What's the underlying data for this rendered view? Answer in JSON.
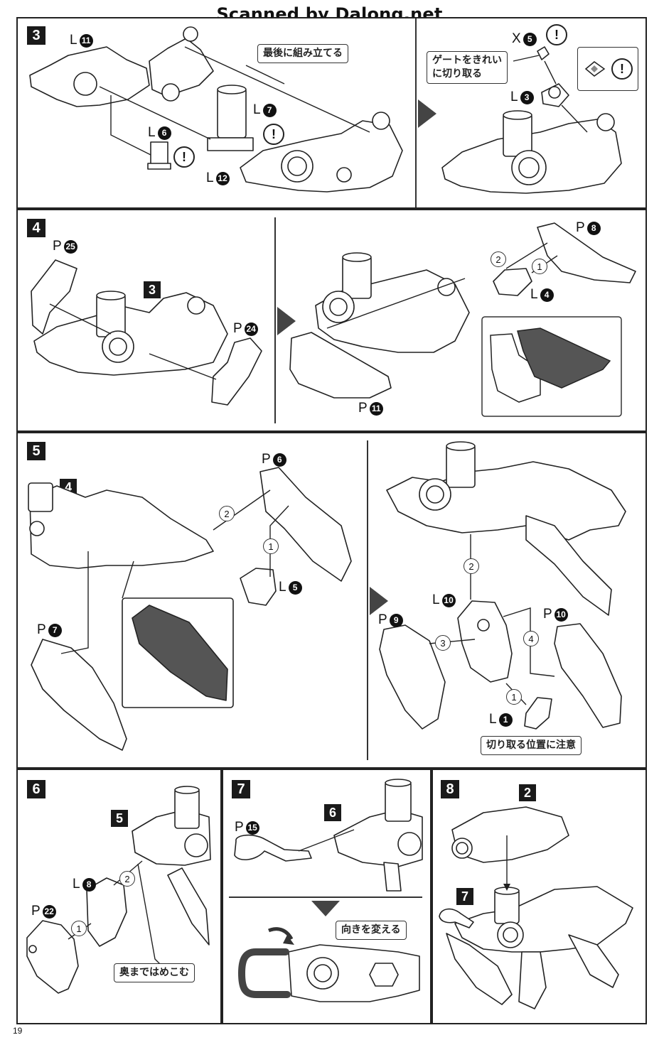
{
  "watermark": "Scanned by Dalong.net",
  "page_number": "19",
  "steps": {
    "s3": {
      "number": "3",
      "notes": {
        "assemble_last": "最後に組み立てる",
        "gate": "ゲートをきれい\nに切り取る"
      },
      "parts": {
        "l11": {
          "letter": "L",
          "num": "11"
        },
        "l7": {
          "letter": "L",
          "num": "7"
        },
        "l6": {
          "letter": "L",
          "num": "6"
        },
        "l12": {
          "letter": "L",
          "num": "12"
        },
        "x5": {
          "letter": "X",
          "num": "5"
        },
        "l3": {
          "letter": "L",
          "num": "3"
        }
      },
      "caution": "!"
    },
    "s4": {
      "number": "4",
      "ref": "3",
      "parts": {
        "p25": {
          "letter": "P",
          "num": "25"
        },
        "p24": {
          "letter": "P",
          "num": "24"
        },
        "p11": {
          "letter": "P",
          "num": "11"
        },
        "p8": {
          "letter": "P",
          "num": "8"
        },
        "l4": {
          "letter": "L",
          "num": "4"
        }
      },
      "order": [
        "1",
        "2"
      ]
    },
    "s5": {
      "number": "5",
      "ref": "4",
      "notes": {
        "cut_position": "切り取る位置に注意"
      },
      "parts": {
        "p6": {
          "letter": "P",
          "num": "6"
        },
        "l5": {
          "letter": "L",
          "num": "5"
        },
        "p7": {
          "letter": "P",
          "num": "7"
        },
        "l10": {
          "letter": "L",
          "num": "10"
        },
        "p9": {
          "letter": "P",
          "num": "9"
        },
        "p10": {
          "letter": "P",
          "num": "10"
        },
        "l1": {
          "letter": "L",
          "num": "1"
        }
      },
      "order": [
        "1",
        "2",
        "3",
        "4"
      ]
    },
    "s6": {
      "number": "6",
      "ref": "5",
      "notes": {
        "push_in": "奥まではめこむ"
      },
      "parts": {
        "l8": {
          "letter": "L",
          "num": "8"
        },
        "p22": {
          "letter": "P",
          "num": "22"
        }
      },
      "order": [
        "1",
        "2"
      ]
    },
    "s7": {
      "number": "7",
      "ref": "6",
      "notes": {
        "change_direction": "向きを変える"
      },
      "parts": {
        "p15": {
          "letter": "P",
          "num": "15"
        }
      }
    },
    "s8": {
      "number": "8",
      "refs": [
        "2",
        "7"
      ]
    }
  }
}
